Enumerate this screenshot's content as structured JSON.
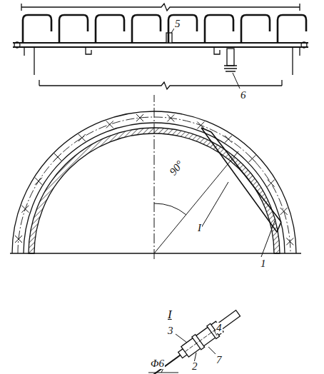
{
  "diagram": {
    "labels": [
      "5",
      "6",
      "90°",
      "I",
      "1",
      "I",
      "3",
      "4",
      "7",
      "2",
      "Φ6"
    ]
  }
}
